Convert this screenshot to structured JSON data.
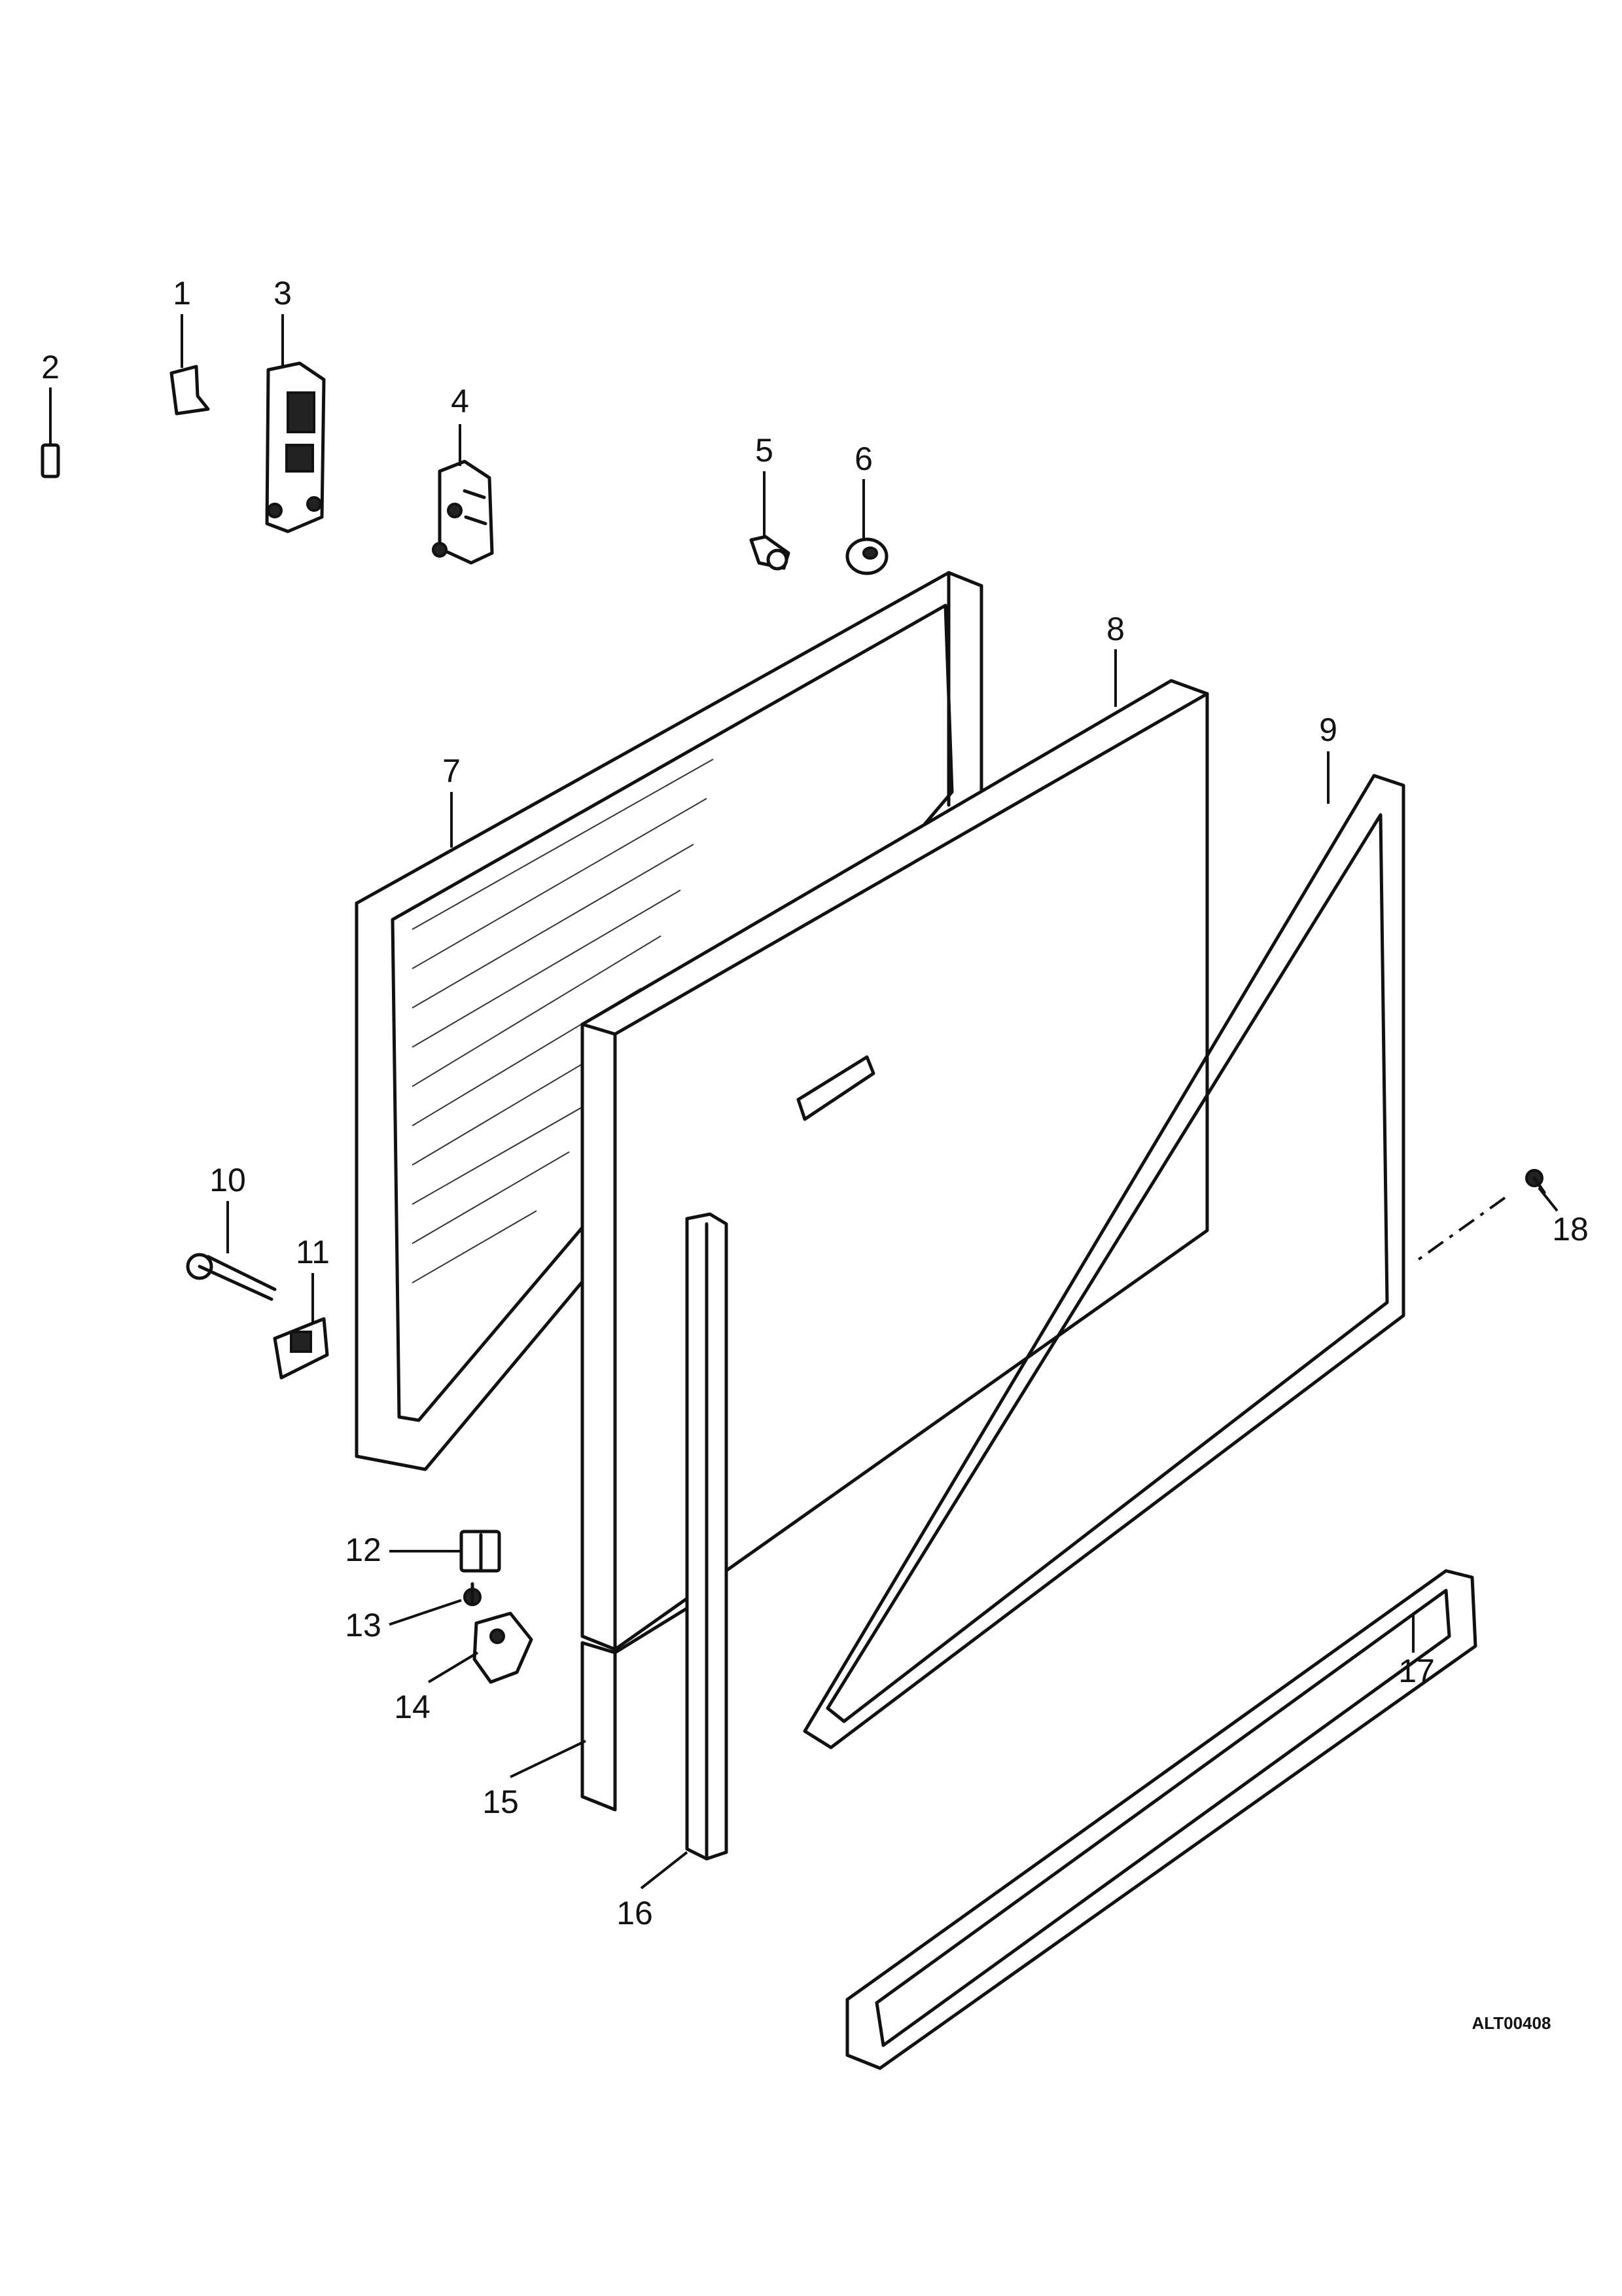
{
  "callouts": [
    {
      "id": "1",
      "label": "1"
    },
    {
      "id": "2",
      "label": "2"
    },
    {
      "id": "3",
      "label": "3"
    },
    {
      "id": "4",
      "label": "4"
    },
    {
      "id": "5",
      "label": "5"
    },
    {
      "id": "6",
      "label": "6"
    },
    {
      "id": "7",
      "label": "7"
    },
    {
      "id": "8",
      "label": "8"
    },
    {
      "id": "9",
      "label": "9"
    },
    {
      "id": "10",
      "label": "10"
    },
    {
      "id": "11",
      "label": "11"
    },
    {
      "id": "12",
      "label": "12"
    },
    {
      "id": "13",
      "label": "13"
    },
    {
      "id": "14",
      "label": "14"
    },
    {
      "id": "15",
      "label": "15"
    },
    {
      "id": "16",
      "label": "16"
    },
    {
      "id": "17",
      "label": "17"
    },
    {
      "id": "18",
      "label": "18"
    }
  ],
  "drawing_code": "ALT00408"
}
